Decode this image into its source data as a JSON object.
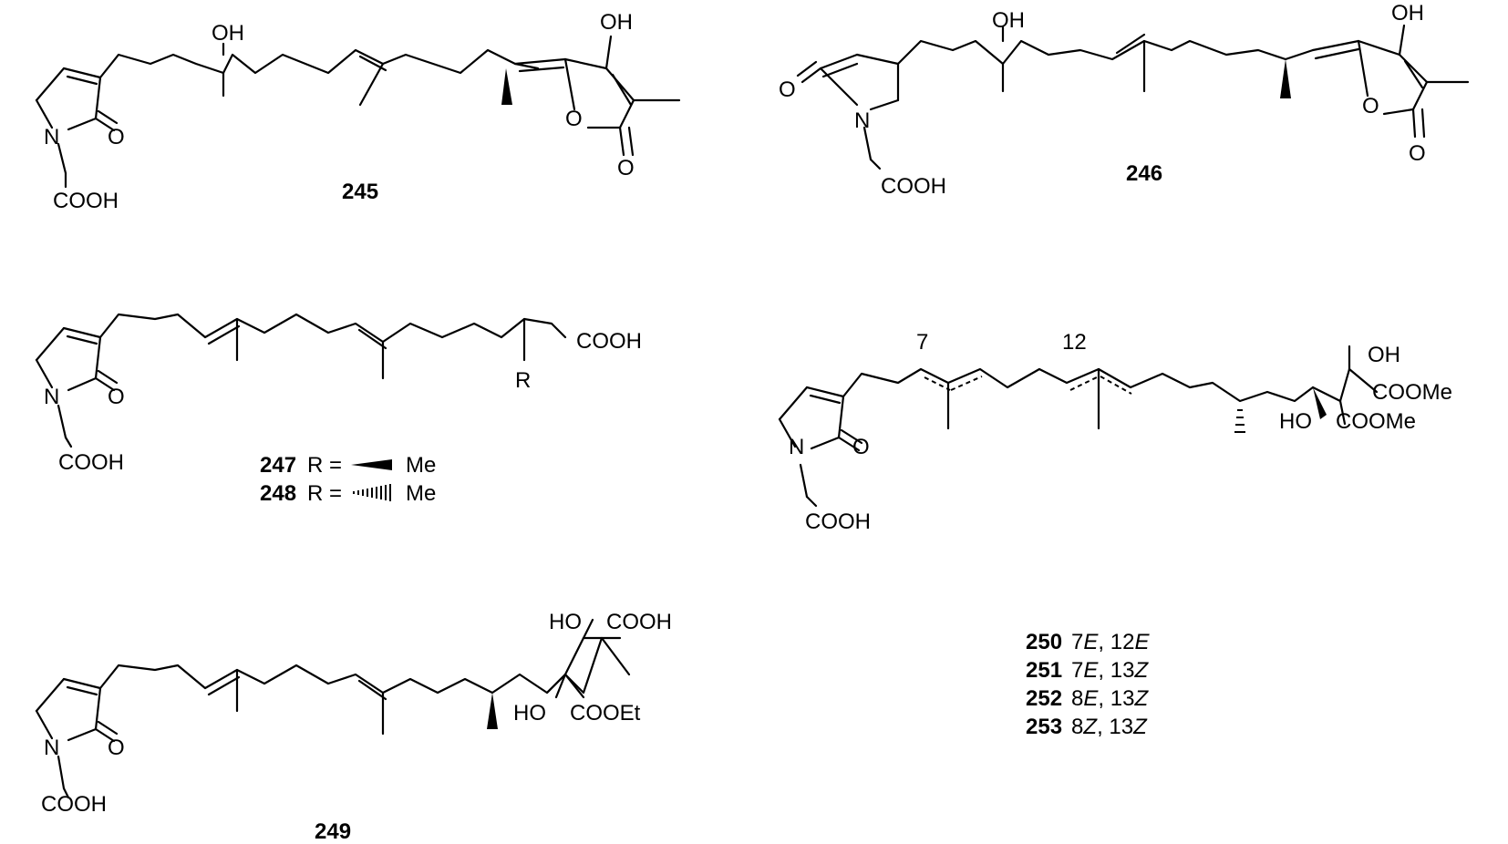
{
  "compounds": {
    "c245": {
      "number": "245",
      "oh_chain": "OH",
      "oh_ring": "OH",
      "ring_o": "O",
      "carbonyl_o": "O",
      "amide_o": "O",
      "n": "N",
      "acid": "COOH"
    },
    "c246": {
      "number": "246",
      "oh_chain": "OH",
      "oh_ring": "OH",
      "ring_o": "O",
      "carbonyl_o": "O",
      "amide_o": "O",
      "n": "N",
      "acid": "COOH"
    },
    "c247_248": {
      "acid_chain": "COOH",
      "r_label": "R",
      "amide_o": "O",
      "n": "N",
      "acid": "COOH",
      "legend": [
        {
          "number": "247",
          "text": "R =",
          "group": "Me",
          "bond": "wedge"
        },
        {
          "number": "248",
          "text": "R =",
          "group": "Me",
          "bond": "hash"
        }
      ]
    },
    "c249": {
      "number": "249",
      "ho1": "HO",
      "cooh": "COOH",
      "ho2": "HO",
      "cooet": "COOEt",
      "amide_o": "O",
      "n": "N",
      "acid": "COOH"
    },
    "c250_253": {
      "locant_a": "7",
      "locant_b": "12",
      "oh": "OH",
      "coome1": "COOMe",
      "ho": "HO",
      "coome2": "COOMe",
      "amide_o": "O",
      "n": "N",
      "acid": "COOH",
      "legend": [
        {
          "number": "250",
          "g1": "7",
          "i1": "E",
          "sep": ", ",
          "g2": "12",
          "i2": "E"
        },
        {
          "number": "251",
          "g1": "7",
          "i1": "E",
          "sep": ", ",
          "g2": "13",
          "i2": "Z"
        },
        {
          "number": "252",
          "g1": "8",
          "i1": "E",
          "sep": ", ",
          "g2": "13",
          "i2": "Z"
        },
        {
          "number": "253",
          "g1": "8",
          "i1": "Z",
          "sep": ", ",
          "g2": "13",
          "i2": "Z"
        }
      ]
    }
  }
}
